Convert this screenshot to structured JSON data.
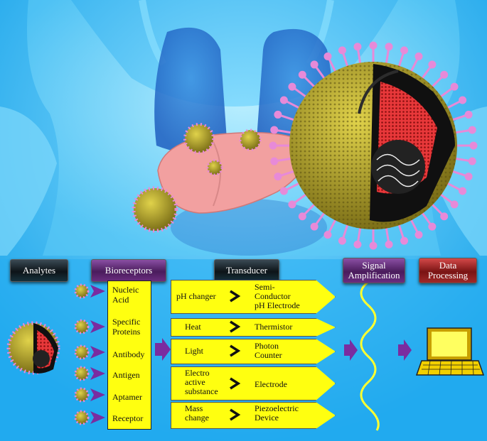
{
  "headers": {
    "analytes": "Analytes",
    "bioreceptors": "Bioreceptors",
    "transducer": "Transducer",
    "signal_amplification": [
      "Signal",
      "Amplification"
    ],
    "data_processing": [
      "Data",
      "Processing"
    ]
  },
  "bioreceptors": [
    "Nucleic Acid",
    "Specific Proteins",
    "Antibody",
    "Antigen",
    "Aptamer",
    "Receptor"
  ],
  "transducers": [
    {
      "input": "pH changer",
      "output": [
        "Semi-",
        "Conductor",
        "pH Electrode"
      ]
    },
    {
      "input": "Heat",
      "output": [
        "Thermistor"
      ]
    },
    {
      "input": "Light",
      "output": [
        "Photon",
        "Counter"
      ]
    },
    {
      "input": [
        "Electro",
        "active",
        "substance"
      ],
      "output": [
        "Electrode"
      ]
    },
    {
      "input": [
        "Mass",
        "change"
      ],
      "output": [
        "Piezoelectric",
        "Device"
      ]
    }
  ],
  "colors": {
    "background": "#2ab0f0",
    "box": "#ffff10",
    "arrow": "#7a2ca0",
    "virus": "#b7a32a",
    "spike": "#e78ad8",
    "liver": "#f2a0a0"
  },
  "icons": [
    "virus-icon",
    "laptop-icon",
    "signal-wave-icon",
    "arrow-icon"
  ]
}
